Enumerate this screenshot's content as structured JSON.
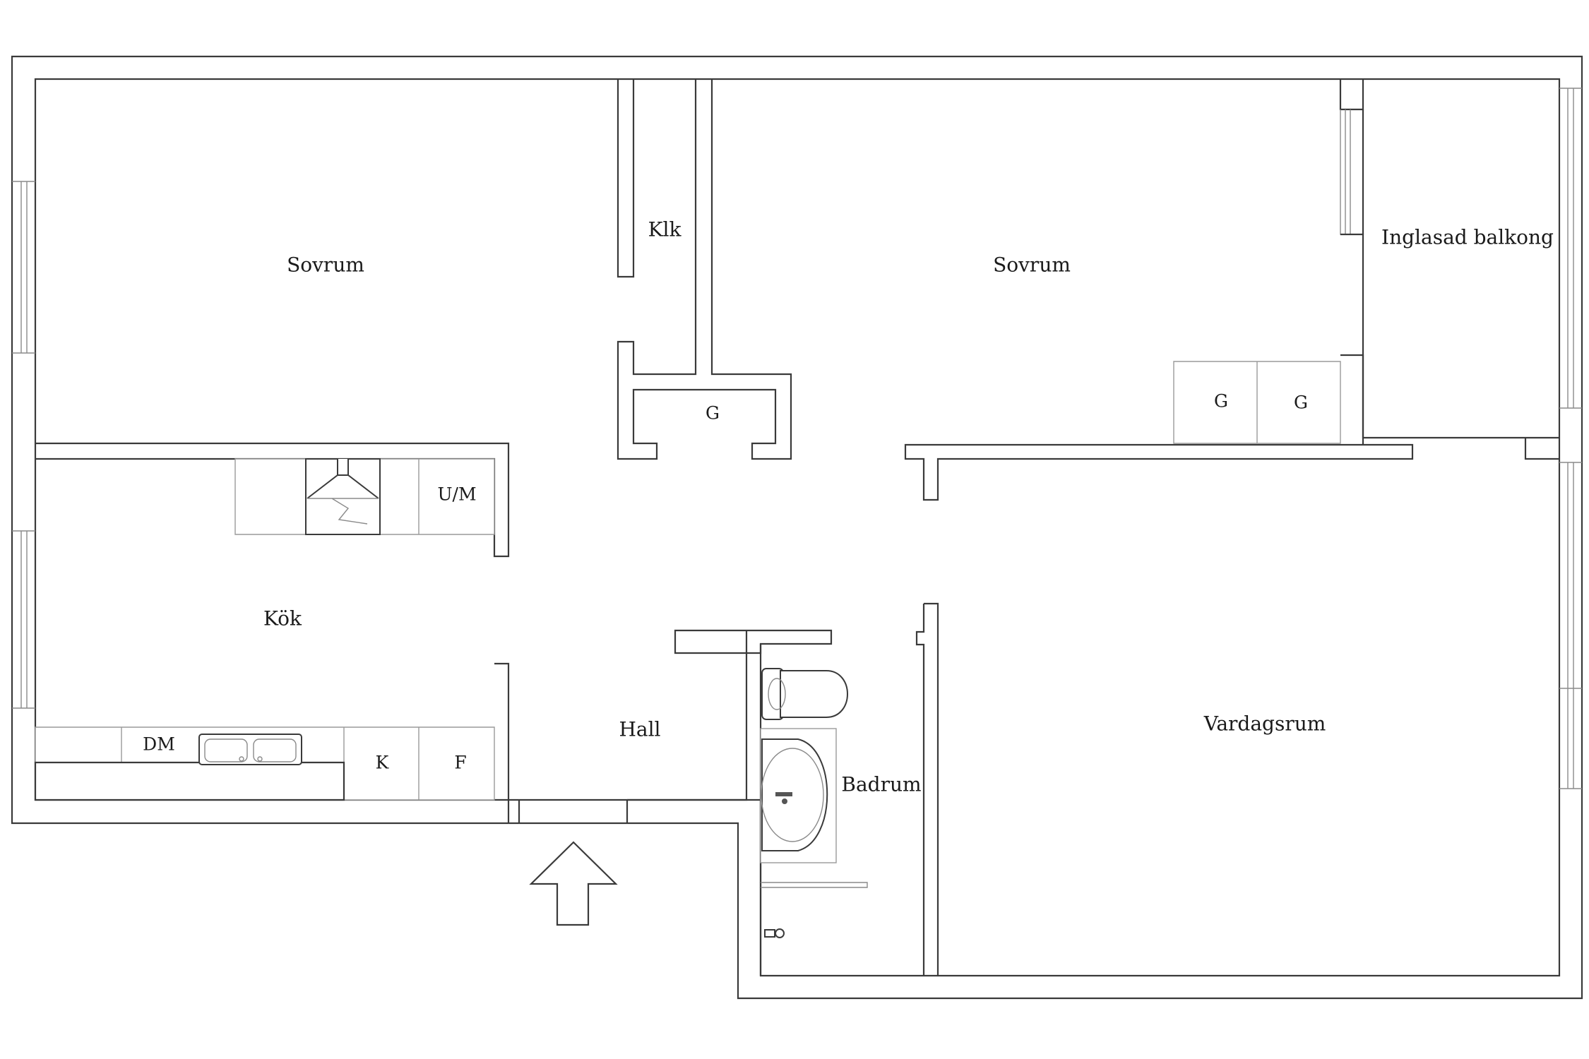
{
  "rooms": {
    "bedroom_left": "Sovrum",
    "closet": "Klk",
    "bedroom_right": "Sovrum",
    "glazed_balcony": "Inglasad balkong",
    "wardrobe_hall": "G",
    "wardrobe_1": "G",
    "wardrobe_2": "G",
    "kitchen": "Kök",
    "washer_dryer": "U/M",
    "dishwasher": "DM",
    "fridge": "K",
    "freezer": "F",
    "hall": "Hall",
    "bathroom": "Badrum",
    "living_room": "Vardagsrum"
  },
  "icons": {
    "entrance": "entrance-arrow-icon",
    "toilet": "toilet-icon",
    "sink": "washbasin-icon",
    "kitchen_sink": "kitchen-sink-icon",
    "range_hood": "range-hood-icon",
    "shower": "shower-icon"
  }
}
